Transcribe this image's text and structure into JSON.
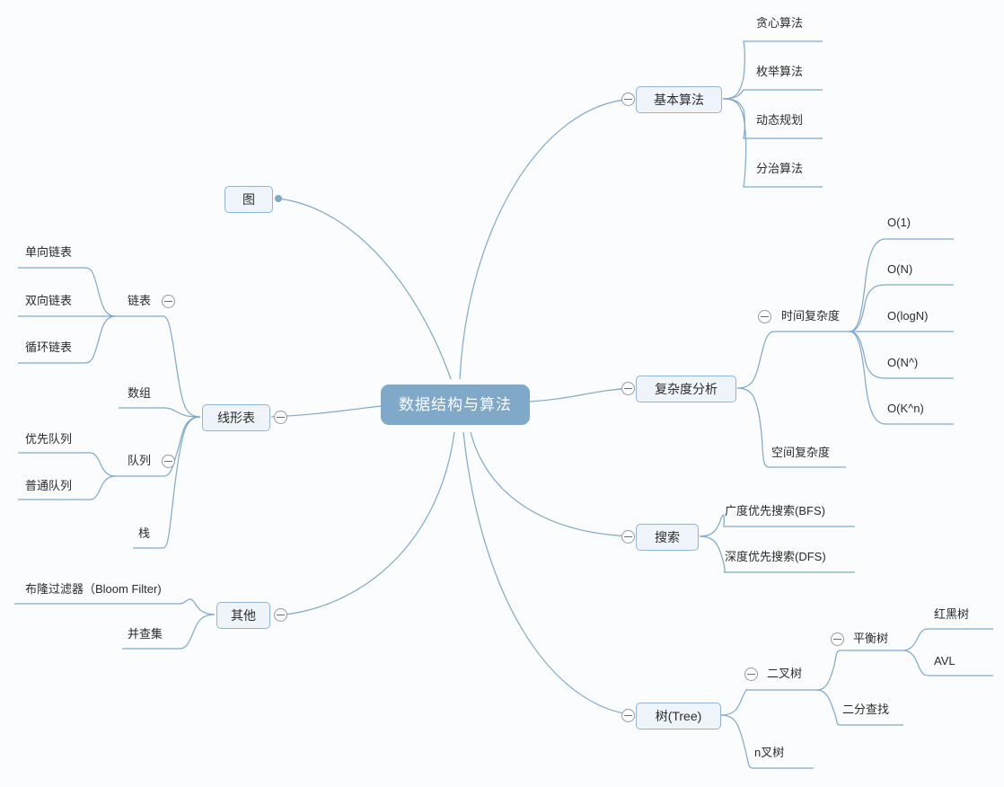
{
  "app": {
    "type": "mind-map",
    "background_color": "#fbfcfd",
    "root_fill": "#7fa8c9",
    "root_text_color": "#ffffff",
    "box_fill": "#eef4fa",
    "box_border": "#8fb4d4",
    "link_color": "#7fa8c9",
    "text_color": "#2b2b2b"
  },
  "root": {
    "label": "数据结构与算法"
  },
  "branches": {
    "graph": {
      "label": "图"
    },
    "basic_algorithms": {
      "label": "基本算法",
      "children": [
        {
          "label": "贪心算法"
        },
        {
          "label": "枚举算法"
        },
        {
          "label": "动态规划"
        },
        {
          "label": "分治算法"
        }
      ]
    },
    "complexity": {
      "label": "复杂度分析",
      "children": [
        {
          "label": "时间复杂度",
          "children": [
            {
              "label": "O(1)"
            },
            {
              "label": "O(N)"
            },
            {
              "label": "O(logN)"
            },
            {
              "label": "O(N^)"
            },
            {
              "label": "O(K^n)"
            }
          ]
        },
        {
          "label": "空间复杂度"
        }
      ]
    },
    "search": {
      "label": "搜索",
      "children": [
        {
          "label": "广度优先搜索(BFS)"
        },
        {
          "label": "深度优先搜索(DFS)"
        }
      ]
    },
    "tree": {
      "label": "树(Tree)",
      "children": [
        {
          "label": "二叉树",
          "children": [
            {
              "label": "平衡树",
              "children": [
                {
                  "label": "红黑树"
                },
                {
                  "label": "AVL"
                }
              ]
            },
            {
              "label": "二分查找"
            }
          ]
        },
        {
          "label": "n叉树"
        }
      ]
    },
    "linear_list": {
      "label": "线形表",
      "children": [
        {
          "label": "链表",
          "children": [
            {
              "label": "单向链表"
            },
            {
              "label": "双向链表"
            },
            {
              "label": "循环链表"
            }
          ]
        },
        {
          "label": "数组"
        },
        {
          "label": "队列",
          "children": [
            {
              "label": "优先队列"
            },
            {
              "label": "普通队列"
            }
          ]
        },
        {
          "label": "栈"
        }
      ]
    },
    "other": {
      "label": "其他",
      "children": [
        {
          "label": "布隆过滤器（Bloom Filter)"
        },
        {
          "label": "并查集"
        }
      ]
    }
  }
}
